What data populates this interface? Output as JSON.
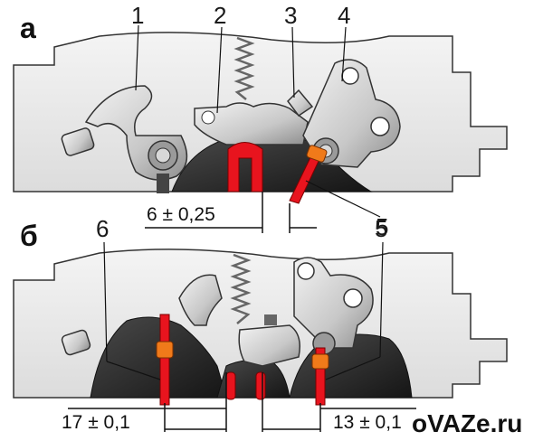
{
  "panels": {
    "a": {
      "letter": "а",
      "numbers": [
        "1",
        "2",
        "3",
        "4",
        "5"
      ],
      "dimension": "6 ± 0,25"
    },
    "b": {
      "letter": "б",
      "numbers": [
        "6",
        "5"
      ],
      "dimension_left": "17 ± 0,1",
      "dimension_right": "13 ± 0,1"
    }
  },
  "watermark": "oVAZe.ru",
  "colors": {
    "metal_light": "#e6e6e6",
    "metal_mid": "#b9b9b9",
    "metal_dark": "#555555",
    "section_dark": "#2a2a2a",
    "highlight_red": "#e8141e",
    "highlight_orange": "#f07a1a"
  }
}
